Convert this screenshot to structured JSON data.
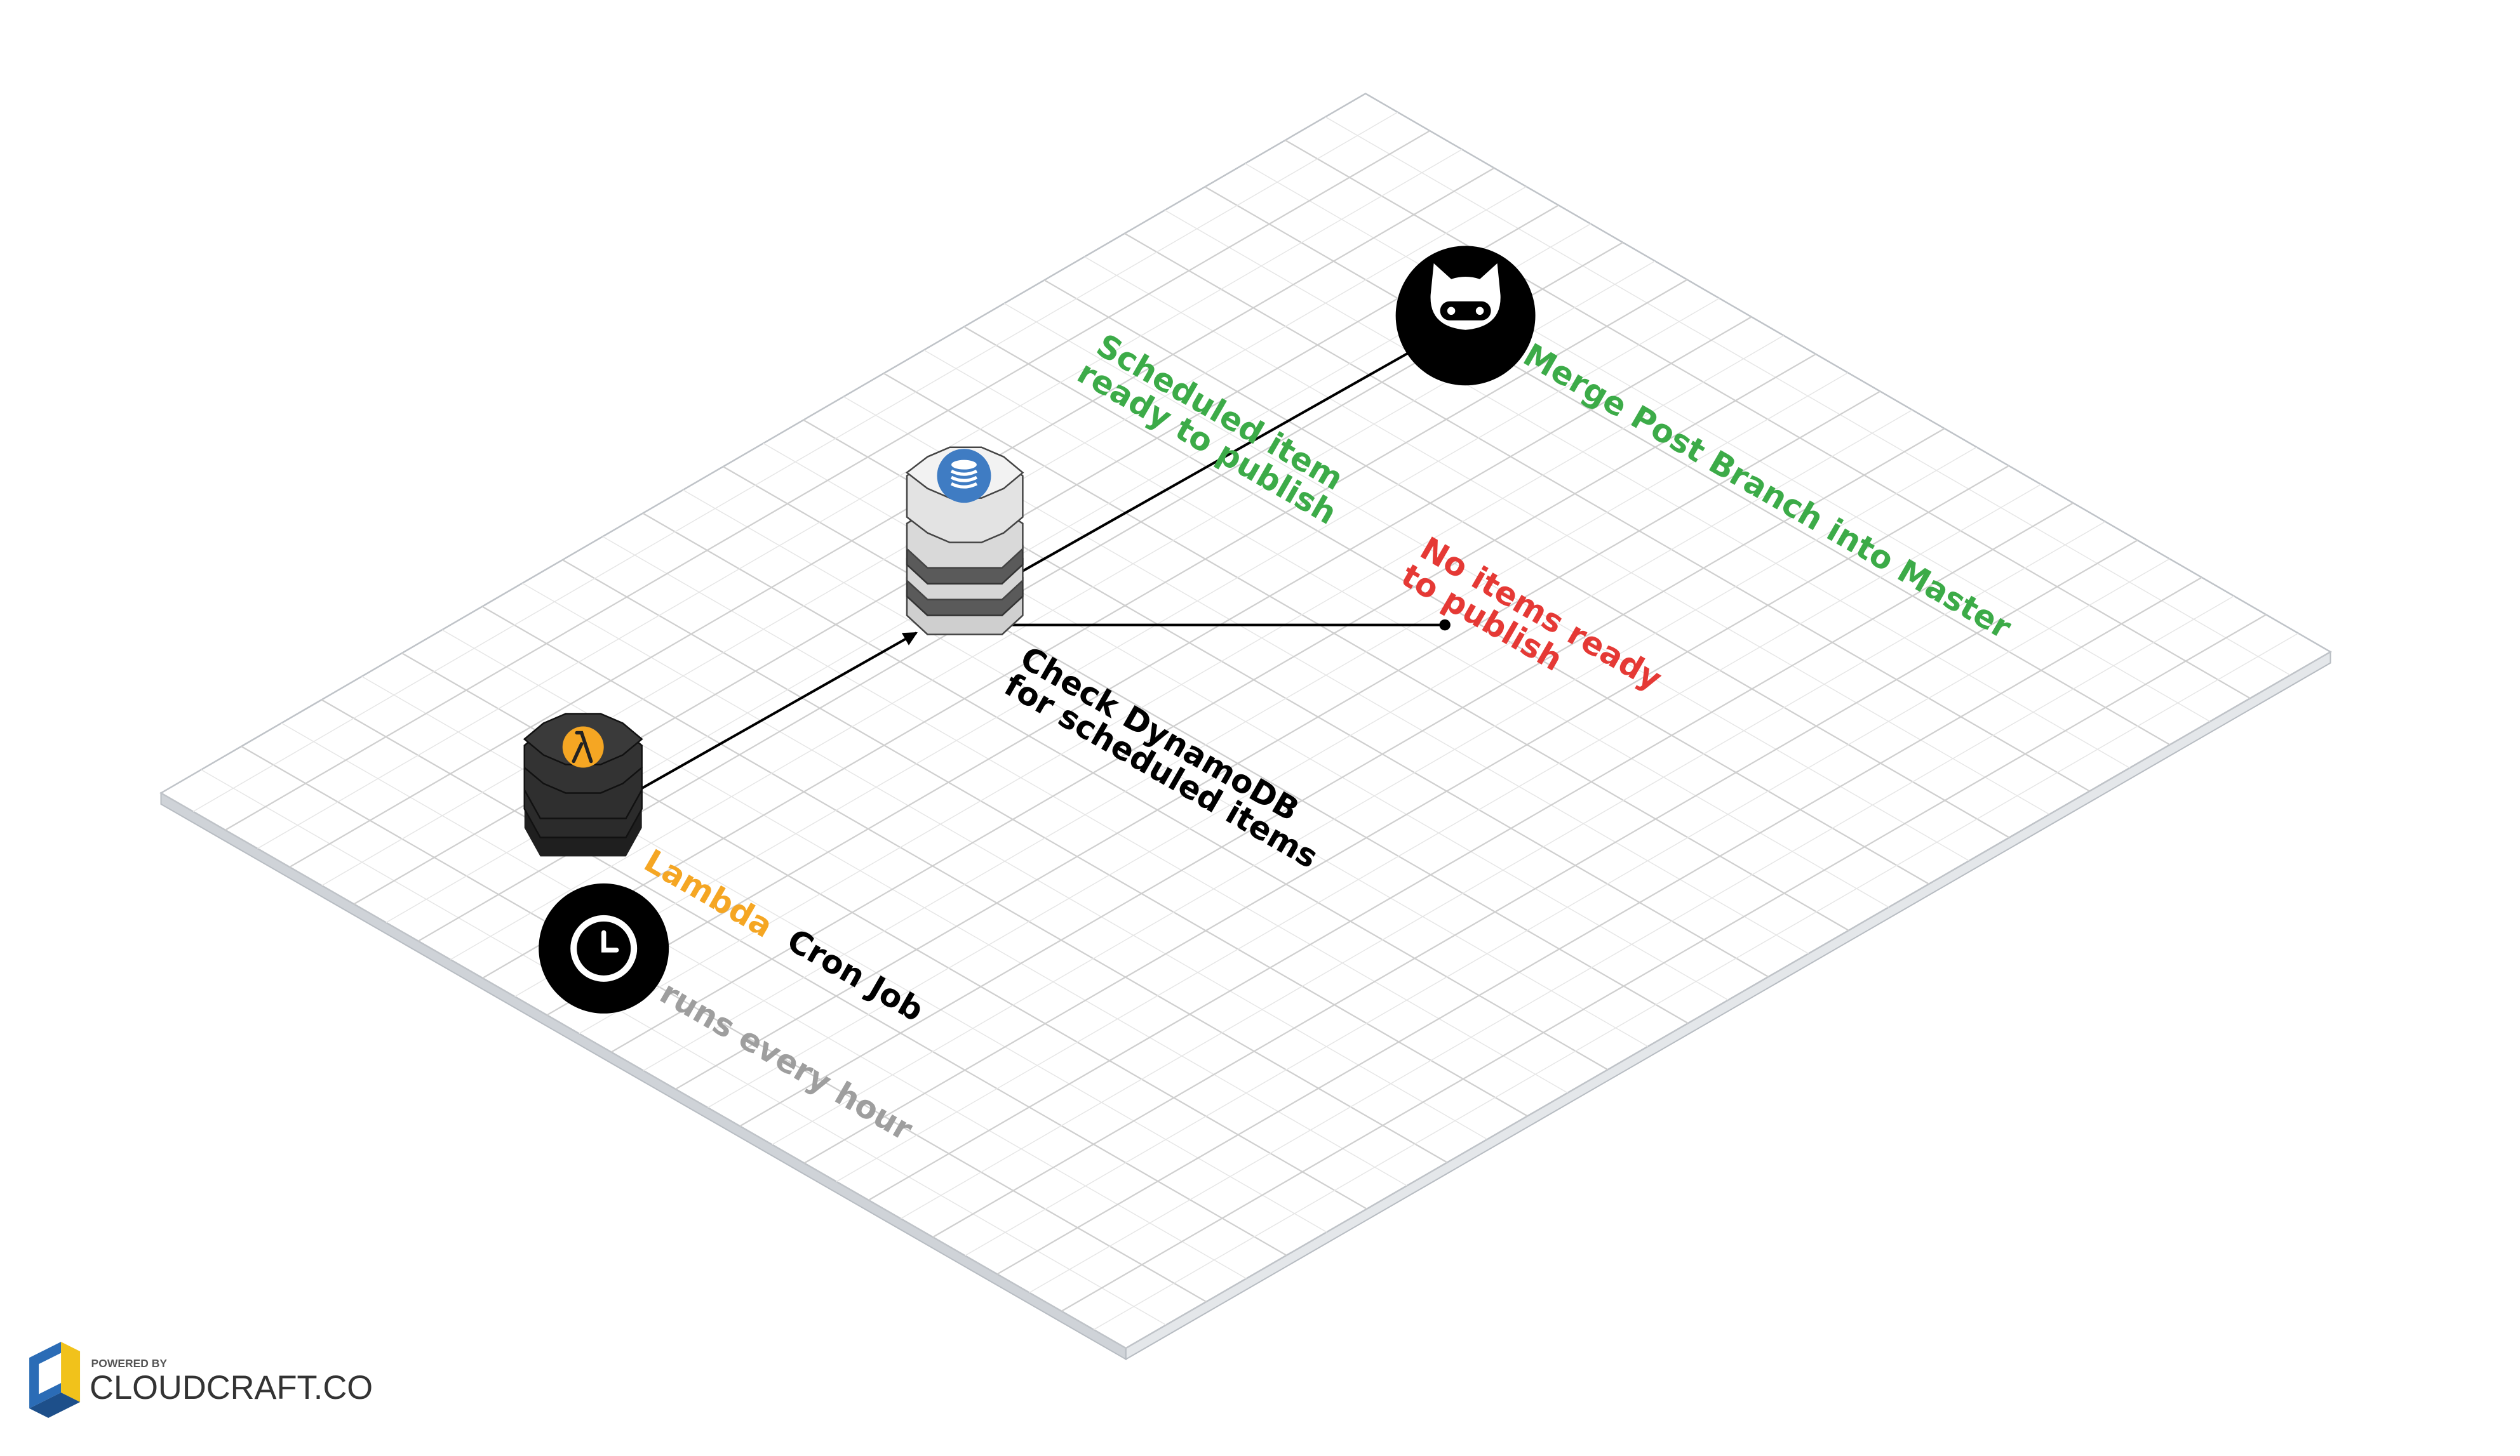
{
  "labels": {
    "lambda": "Lambda",
    "cron_job": "Cron Job",
    "runs_every_hour": "runs every hour",
    "check_line1": "Check DynamoDB",
    "check_line2": "for scheduled items",
    "scheduled_line1": "Scheduled item",
    "scheduled_line2": "ready to publish",
    "no_items_line1": "No items ready",
    "no_items_line2": "to publish",
    "merge": "Merge Post Branch into Master"
  },
  "branding": {
    "powered_by": "POWERED BY",
    "name": "CLOUDCRAFT.CO"
  },
  "colors": {
    "lambda_label": "#f5a623",
    "success": "#3cab48",
    "failure": "#e53935",
    "muted": "#9e9e9e",
    "text": "#000000",
    "lambda_icon": "#f5a623",
    "dynamodb_icon": "#3f7cc3",
    "grid_line": "#d6d6d6",
    "brand_blue": "#2b6cb6",
    "brand_yellow": "#f1c21b"
  },
  "icons": {
    "lambda": "lambda-icon",
    "dynamodb": "dynamodb-icon",
    "clock": "clock-icon",
    "github": "github-icon"
  }
}
